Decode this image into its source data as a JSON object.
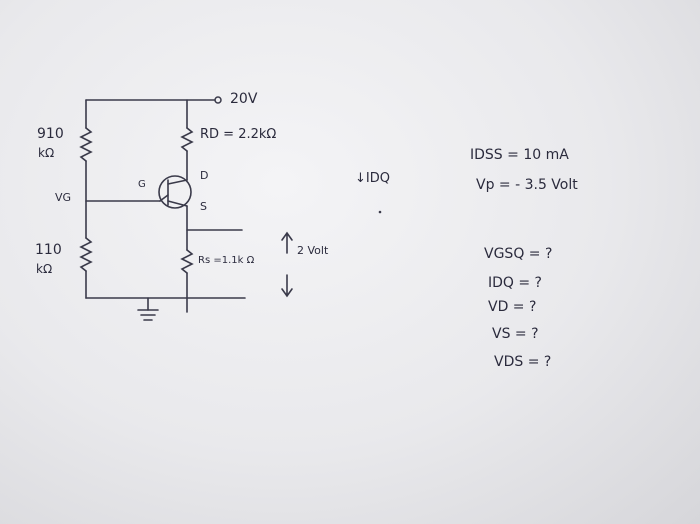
{
  "circuit": {
    "supply": "20V",
    "rd_label": "RD = 2.2kΩ",
    "rs_label": "Rs =1.1k Ω",
    "r1_value": "910",
    "r1_unit": "kΩ",
    "r2_value": "110",
    "r2_unit": "kΩ",
    "vg_label": "VG",
    "gate": "G",
    "drain": "D",
    "source": "S",
    "vs_value": "2 Volt",
    "current_label": "↓IDQ"
  },
  "given": {
    "idss": "IDSS = 10 mA",
    "vp": "Vp = - 3.5 Volt"
  },
  "questions": [
    "VGSQ = ?",
    "IDQ = ?",
    "VD = ?",
    "VS = ?",
    "VDS = ?"
  ]
}
